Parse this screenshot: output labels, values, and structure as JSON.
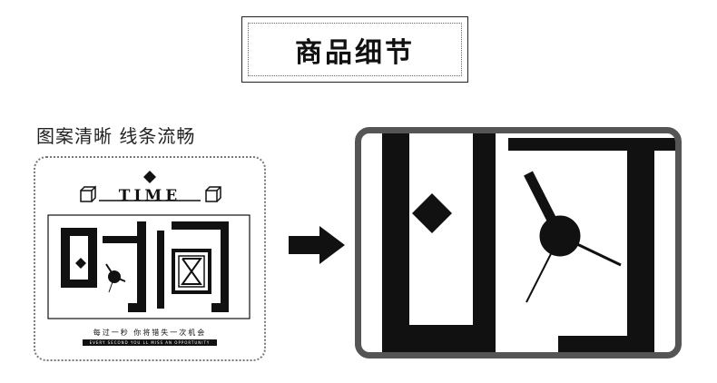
{
  "header": {
    "title": "商品细节"
  },
  "caption": "图案清晰 线条流畅",
  "thumbnail": {
    "logo_text": "TIME",
    "tagline_cn": "每过一秒 你将错失一次机会",
    "tagline_en": "EVERY SECOND YOU LL MISS AN OPPORTUNITY"
  },
  "colors": {
    "ink": "#111111",
    "frame": "#555555",
    "dotted": "#777777"
  },
  "icons": {
    "arrow": "right-arrow-icon",
    "clock": "clock-icon",
    "diamond": "diamond-icon",
    "hourglass": "hourglass-icon"
  }
}
